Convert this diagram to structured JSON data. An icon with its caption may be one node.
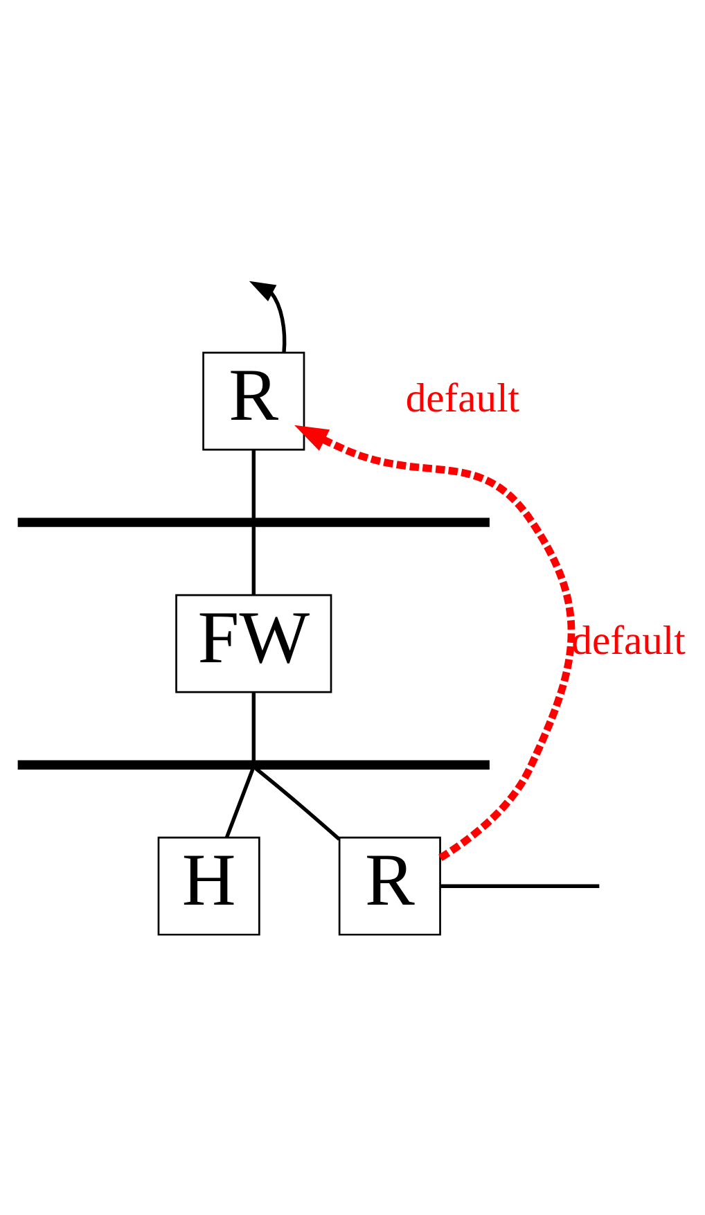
{
  "diagram": {
    "nodes": [
      {
        "text": [
          "R"
        ]
      },
      {
        "text": [],
        "shape": "bar"
      },
      {
        "text": [
          "FW"
        ]
      },
      {
        "text": [],
        "shape": "bar"
      },
      {
        "text": [
          "H"
        ]
      },
      {
        "text": [
          "R"
        ]
      }
    ],
    "edges": [
      {
        "from": 0,
        "to": null,
        "arrow": "to"
      },
      {
        "from": 0,
        "to": 1,
        "arrow": "none"
      },
      {
        "from": 1,
        "to": 2,
        "arrow": "none"
      },
      {
        "from": 2,
        "to": 3,
        "arrow": "none"
      },
      {
        "from": 3,
        "to": 4,
        "arrow": "none"
      },
      {
        "from": 3,
        "to": 5,
        "arrow": "none"
      },
      {
        "from": 5,
        "to": null,
        "arrow": "none"
      },
      {
        "from": 5,
        "to": 0,
        "arrow": "to",
        "label": "default",
        "style": "dashed",
        "color": "#ff0000"
      }
    ],
    "labels": [
      "default"
    ]
  }
}
